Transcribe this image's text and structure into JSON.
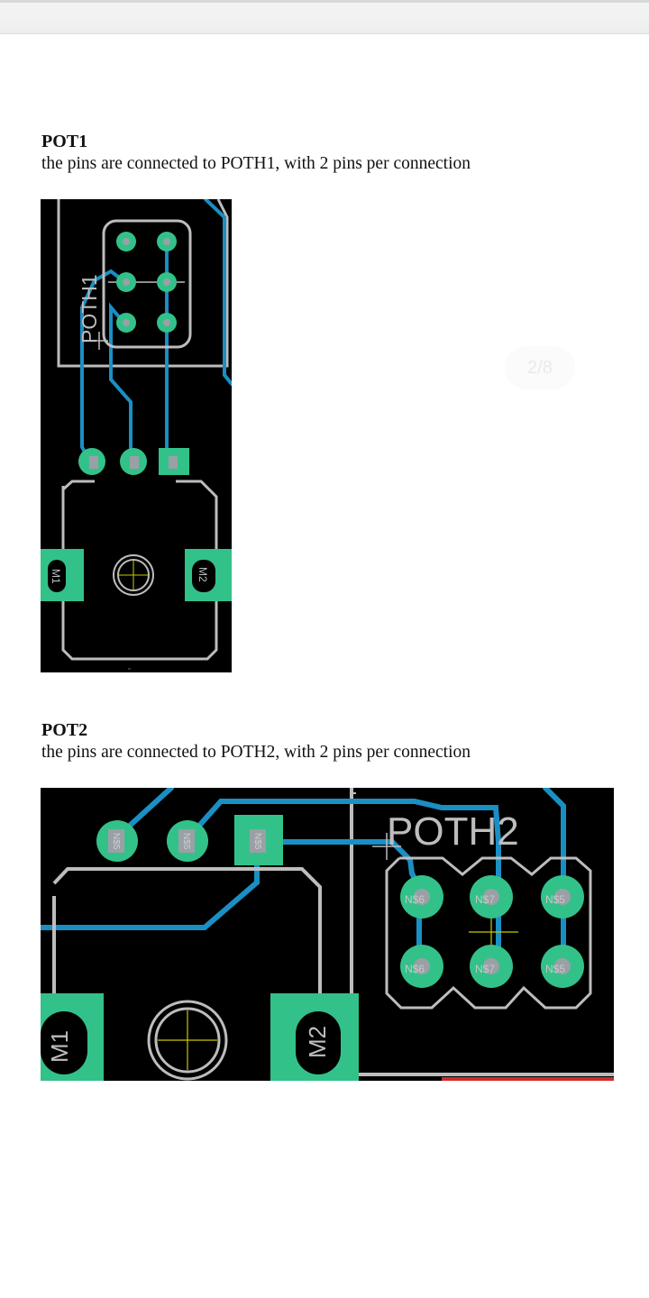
{
  "sections": [
    {
      "title": "POT1",
      "description": "the pins are connected to POTH1, with 2 pins per connection",
      "board": {
        "header_label": "POTH1",
        "mount_pad_left": "M1",
        "mount_pad_right": "M2"
      }
    },
    {
      "title": "POT2",
      "description": "the pins are connected to POTH2, with 2 pins per connection",
      "board": {
        "header_label": "POTH2",
        "mount_pad_left": "M1",
        "mount_pad_right": "M2",
        "pot_pin_labels": [
          "N$5",
          "N$5",
          "N$5"
        ],
        "header_pin_labels_top": [
          "N$6",
          "N$7",
          "N$5"
        ],
        "header_pin_labels_bottom": [
          "N$6",
          "N$7",
          "N$5"
        ]
      }
    }
  ],
  "page_indicator": "2/8",
  "colors": {
    "board_background": "#000000",
    "trace": "#1a8fc4",
    "pad": "#33c18a",
    "silkscreen": "#bdbdbd",
    "pad_hole": "#9aa0a6"
  }
}
